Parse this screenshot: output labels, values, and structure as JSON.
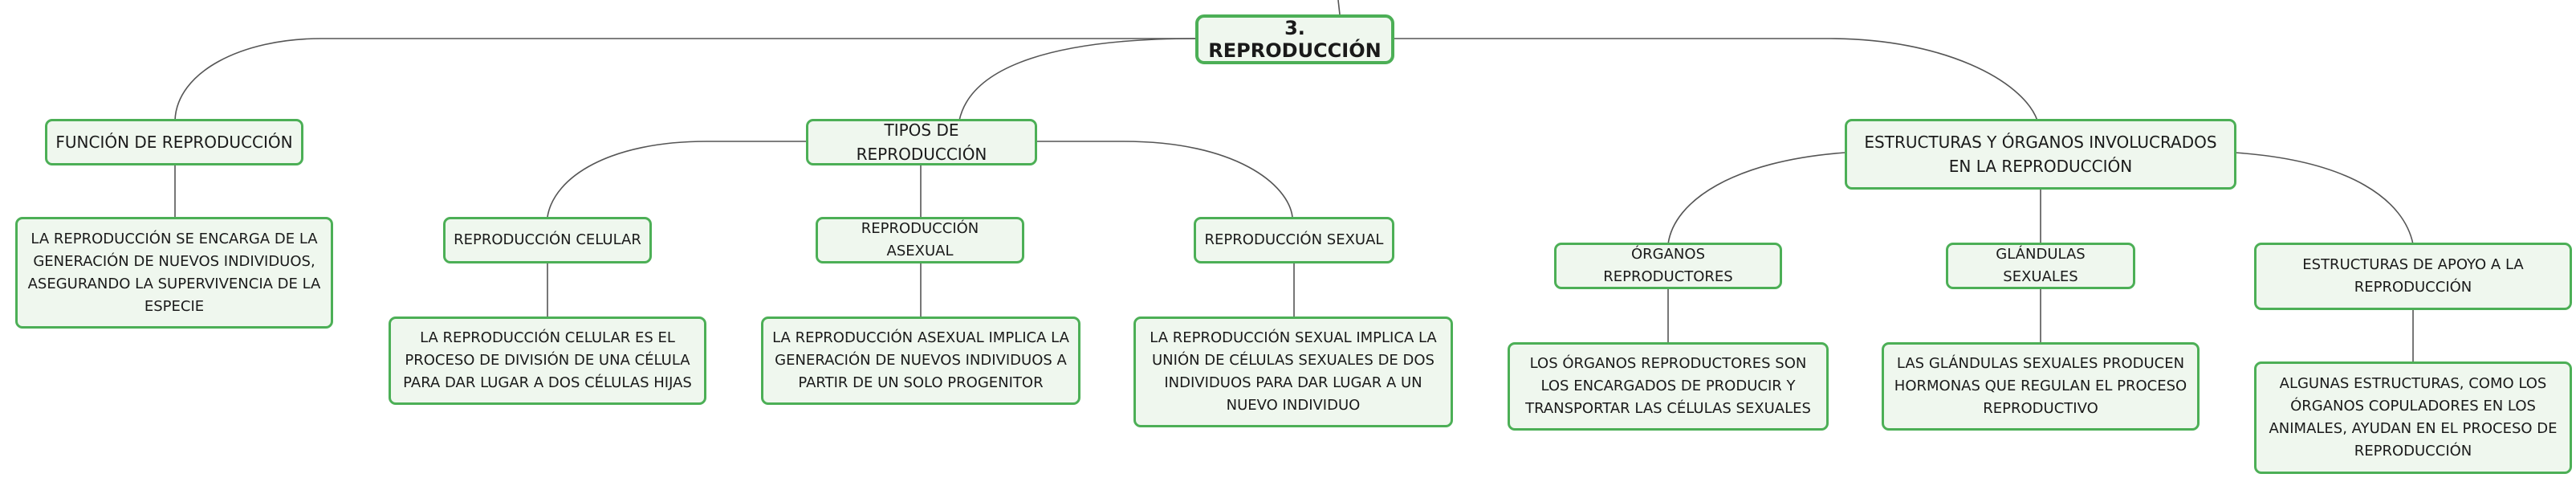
{
  "root": {
    "label": "3. REPRODUCCIÓN"
  },
  "branches": [
    {
      "label": "FUNCIÓN DE REPRODUCCIÓN",
      "children": [
        {
          "label": "LA REPRODUCCIÓN SE ENCARGA DE LA GENERACIÓN DE NUEVOS INDIVIDUOS, ASEGURANDO LA SUPERVIVENCIA DE LA ESPECIE"
        }
      ]
    },
    {
      "label": "TIPOS DE REPRODUCCIÓN",
      "children": [
        {
          "label": "REPRODUCCIÓN CELULAR",
          "detail": "LA REPRODUCCIÓN CELULAR ES EL PROCESO DE DIVISIÓN DE UNA CÉLULA PARA DAR LUGAR A DOS CÉLULAS HIJAS"
        },
        {
          "label": "REPRODUCCIÓN ASEXUAL",
          "detail": "LA REPRODUCCIÓN ASEXUAL IMPLICA LA GENERACIÓN DE NUEVOS INDIVIDUOS A PARTIR DE UN SOLO PROGENITOR"
        },
        {
          "label": "REPRODUCCIÓN SEXUAL",
          "detail": "LA REPRODUCCIÓN SEXUAL IMPLICA LA UNIÓN DE CÉLULAS SEXUALES DE DOS INDIVIDUOS PARA DAR LUGAR A UN NUEVO INDIVIDUO"
        }
      ]
    },
    {
      "label": "ESTRUCTURAS Y ÓRGANOS INVOLUCRADOS EN LA REPRODUCCIÓN",
      "children": [
        {
          "label": "ÓRGANOS REPRODUCTORES",
          "detail": "LOS ÓRGANOS REPRODUCTORES SON LOS ENCARGADOS DE PRODUCIR Y TRANSPORTAR LAS CÉLULAS SEXUALES"
        },
        {
          "label": "GLÁNDULAS SEXUALES",
          "detail": "LAS GLÁNDULAS SEXUALES PRODUCEN HORMONAS QUE REGULAN EL PROCESO REPRODUCTIVO"
        },
        {
          "label": "ESTRUCTURAS DE APOYO A LA REPRODUCCIÓN",
          "detail": "ALGUNAS ESTRUCTURAS, COMO LOS ÓRGANOS COPULADORES EN LOS ANIMALES, AYUDAN EN EL PROCESO DE REPRODUCCIÓN"
        }
      ]
    }
  ],
  "colors": {
    "border": "#4caf56",
    "fill": "#eff7ee",
    "connector": "#555555"
  }
}
